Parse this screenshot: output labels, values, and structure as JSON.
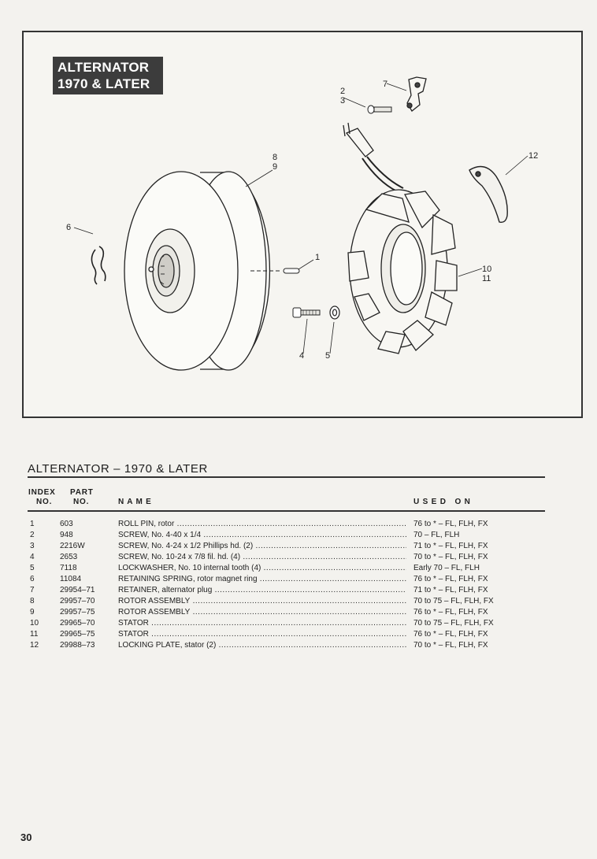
{
  "diagram": {
    "badge_lines": [
      "ALTERNATOR",
      "1970 & LATER"
    ],
    "callouts": {
      "c1": "1",
      "c2": "2",
      "c3": "3",
      "c4": "4",
      "c5": "5",
      "c6": "6",
      "c7": "7",
      "c8": "8",
      "c9": "9",
      "c10": "10",
      "c11": "11",
      "c12": "12"
    }
  },
  "section": {
    "title": "ALTERNATOR – 1970 & LATER"
  },
  "table": {
    "headers": {
      "index": "INDEX",
      "index_no": "NO.",
      "part": "PART",
      "part_no": "NO.",
      "name": "N A M E",
      "used_on": "U S E D   O N"
    },
    "rows": [
      {
        "index": "1",
        "part": "603",
        "name": "ROLL PIN, rotor",
        "used": "76 to * – FL, FLH, FX"
      },
      {
        "index": "2",
        "part": "948",
        "name": "SCREW, No. 4-40 x 1/4",
        "used": "70 – FL, FLH"
      },
      {
        "index": "3",
        "part": "2216W",
        "name": "SCREW, No. 4-24 x 1/2 Phillips hd. (2)",
        "used": "71 to * – FL, FLH, FX"
      },
      {
        "index": "4",
        "part": "2653",
        "name": "SCREW, No. 10-24 x 7/8 fil. hd. (4)",
        "used": "70 to * – FL, FLH, FX"
      },
      {
        "index": "5",
        "part": "7118",
        "name": "LOCKWASHER, No. 10 internal tooth (4)",
        "used": "Early 70 – FL, FLH"
      },
      {
        "index": "6",
        "part": "11084",
        "name": "RETAINING SPRING, rotor magnet ring",
        "used": "76 to * – FL, FLH, FX"
      },
      {
        "index": "7",
        "part": "29954–71",
        "name": "RETAINER, alternator plug",
        "used": "71 to * – FL, FLH, FX"
      },
      {
        "index": "8",
        "part": "29957–70",
        "name": "ROTOR ASSEMBLY",
        "used": "70 to 75 – FL, FLH, FX"
      },
      {
        "index": "9",
        "part": "29957–75",
        "name": "ROTOR ASSEMBLY",
        "used": "76 to * – FL, FLH, FX"
      },
      {
        "index": "10",
        "part": "29965–70",
        "name": "STATOR",
        "used": "70 to 75 – FL, FLH, FX"
      },
      {
        "index": "11",
        "part": "29965–75",
        "name": "STATOR",
        "used": "76 to * – FL, FLH, FX"
      },
      {
        "index": "12",
        "part": "29988–73",
        "name": "LOCKING PLATE, stator (2)",
        "used": "70 to * – FL, FLH, FX"
      }
    ]
  },
  "page_number": "30"
}
